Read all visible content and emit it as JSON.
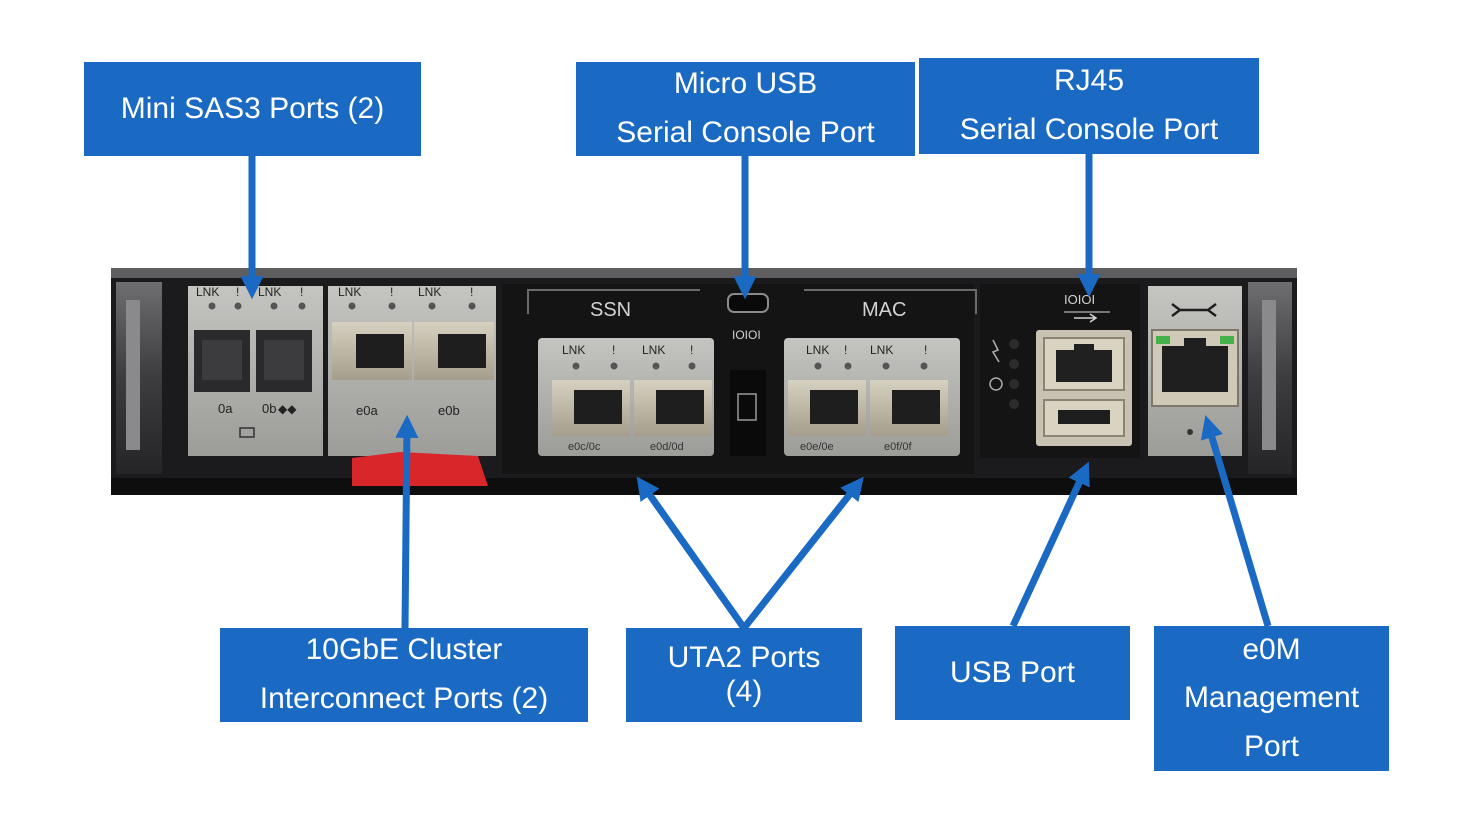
{
  "colors": {
    "callout_bg": "#1a6ac4",
    "callout_text": "#ffffff",
    "arrow": "#1a6ac4",
    "chassis": "#1b1b1d",
    "bay_panel": "#b3b3af",
    "latch": "#d8262b"
  },
  "callouts": {
    "mini_sas": {
      "lines": [
        "Mini SAS3 Ports (2)"
      ]
    },
    "micro_usb": {
      "lines": [
        "Micro USB",
        "Serial Console Port"
      ]
    },
    "rj45": {
      "lines": [
        "RJ45",
        "Serial Console Port"
      ]
    },
    "cluster": {
      "lines": [
        "10GbE Cluster",
        "Interconnect Ports (2)"
      ]
    },
    "uta2": {
      "lines": [
        "UTA2 Ports",
        "(4)"
      ]
    },
    "usb": {
      "lines": [
        "USB Port"
      ]
    },
    "e0m": {
      "lines": [
        "e0M",
        "Management",
        "Port"
      ]
    }
  },
  "panel": {
    "sas_bay": {
      "status": [
        "LNK",
        "!",
        "LNK",
        "!"
      ],
      "ports": [
        "0a",
        "0b"
      ],
      "port_glyph": "◆◆"
    },
    "cluster_bay": {
      "status": [
        "LNK",
        "!",
        "LNK",
        "!"
      ],
      "ports": [
        "e0a",
        "e0b"
      ]
    },
    "section_ssn": "SSN",
    "section_mac": "MAC",
    "serial_glyph": "IOIOI",
    "uta_left": {
      "status": [
        "LNK",
        "!",
        "LNK",
        "!"
      ],
      "ports": [
        "e0c/0c",
        "e0d/0d"
      ]
    },
    "uta_right": {
      "status": [
        "LNK",
        "!",
        "LNK",
        "!"
      ],
      "ports": [
        "e0e/0e",
        "e0f/0f"
      ]
    },
    "console_glyph": "IOIOI",
    "icons": [
      "serial-port-icon",
      "usb-symbol-icon",
      "wrench-icon",
      "ethernet-port-icon",
      "led-icon",
      "power-icon",
      "attention-icon"
    ]
  }
}
